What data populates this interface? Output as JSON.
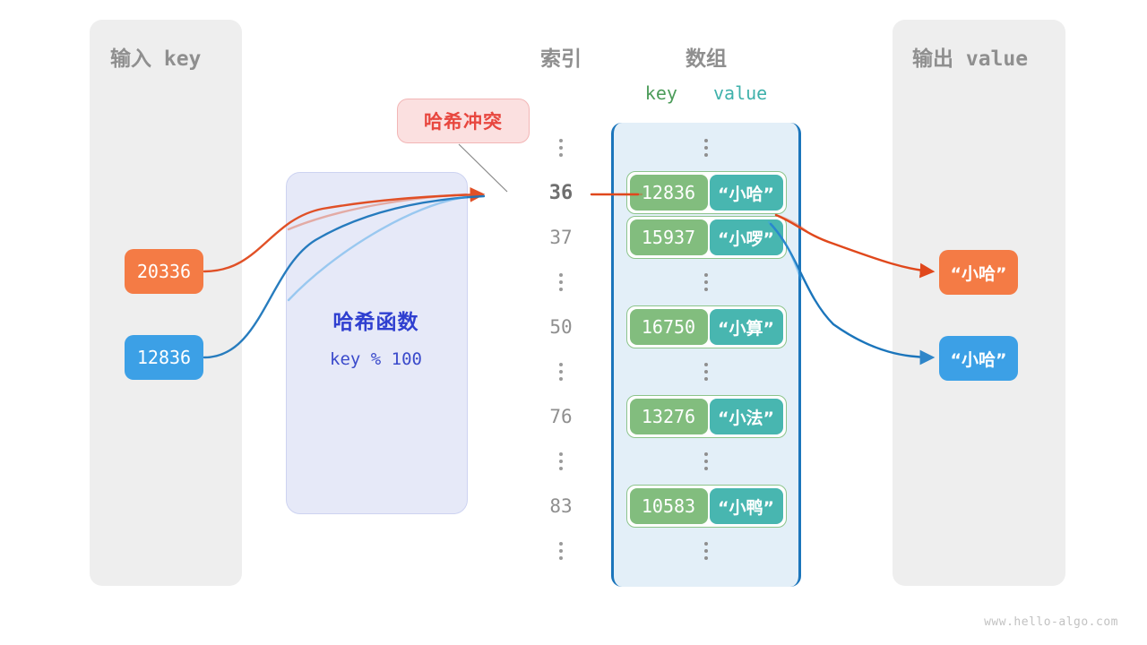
{
  "watermark": "www.hello-algo.com",
  "panels": {
    "input": {
      "title": "输入 key"
    },
    "output": {
      "title": "输出 value"
    }
  },
  "headers": {
    "index": "索引",
    "array": "数组",
    "key": "key",
    "value": "value"
  },
  "hash_function": {
    "title": "哈希函数",
    "formula": "key % 100"
  },
  "collision": {
    "label": "哈希冲突"
  },
  "input_keys": [
    {
      "value": "20336",
      "color": "#f47b45"
    },
    {
      "value": "12836",
      "color": "#3ca0e6"
    }
  ],
  "output_values": [
    {
      "value": "“小哈”",
      "color": "#f47b45"
    },
    {
      "value": "“小哈”",
      "color": "#3ca0e6"
    }
  ],
  "index_column": [
    {
      "type": "dots"
    },
    {
      "type": "index",
      "label": "36",
      "highlight": true
    },
    {
      "type": "index",
      "label": "37",
      "highlight": false
    },
    {
      "type": "dots"
    },
    {
      "type": "index",
      "label": "50",
      "highlight": false
    },
    {
      "type": "dots"
    },
    {
      "type": "index",
      "label": "76",
      "highlight": false
    },
    {
      "type": "dots"
    },
    {
      "type": "index",
      "label": "83",
      "highlight": false
    },
    {
      "type": "dots"
    }
  ],
  "array_rows": [
    {
      "type": "dots"
    },
    {
      "type": "pair",
      "key": "12836",
      "value": "“小哈”"
    },
    {
      "type": "pair",
      "key": "15937",
      "value": "“小啰”"
    },
    {
      "type": "dots"
    },
    {
      "type": "pair",
      "key": "16750",
      "value": "“小算”"
    },
    {
      "type": "dots"
    },
    {
      "type": "pair",
      "key": "13276",
      "value": "“小法”"
    },
    {
      "type": "dots"
    },
    {
      "type": "pair",
      "key": "10583",
      "value": "“小鸭”"
    },
    {
      "type": "dots"
    }
  ],
  "colors": {
    "orange": "#f47b45",
    "orange_line": "#e0481c",
    "blue": "#3ca0e6",
    "blue_line": "#1b75bb",
    "green_key": "#82bd7e",
    "teal_value": "#48b6b0",
    "panel_gray": "#eeeeee",
    "array_bg": "#e3eff8",
    "hash_bg": "#e6e9f8",
    "collision_bg": "#fbe0e0",
    "collision_text": "#e8473f"
  }
}
